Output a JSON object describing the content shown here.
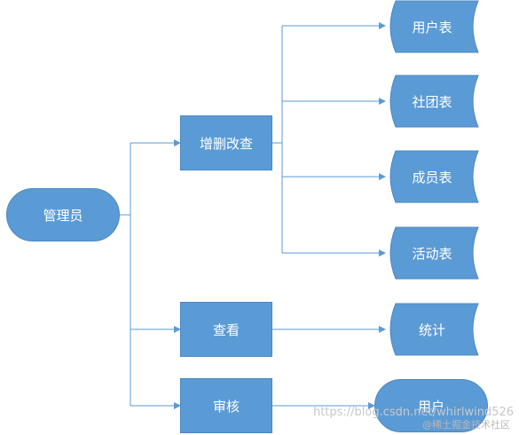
{
  "nodes": {
    "admin": "管理员",
    "crud": "增删改查",
    "view": "查看",
    "review": "审核",
    "user_table": "用户表",
    "club_table": "社团表",
    "member_table": "成员表",
    "activity_table": "活动表",
    "stats": "统计",
    "user": "用户"
  },
  "watermark": {
    "url": "https://blog.csdn.net/whirlwind526",
    "community": "@稀土掘金技术社区"
  },
  "colors": {
    "node_fill": "#5b9bd5",
    "node_border": "#4a88c2",
    "edge": "#5b9bd5",
    "text": "#ffffff"
  }
}
